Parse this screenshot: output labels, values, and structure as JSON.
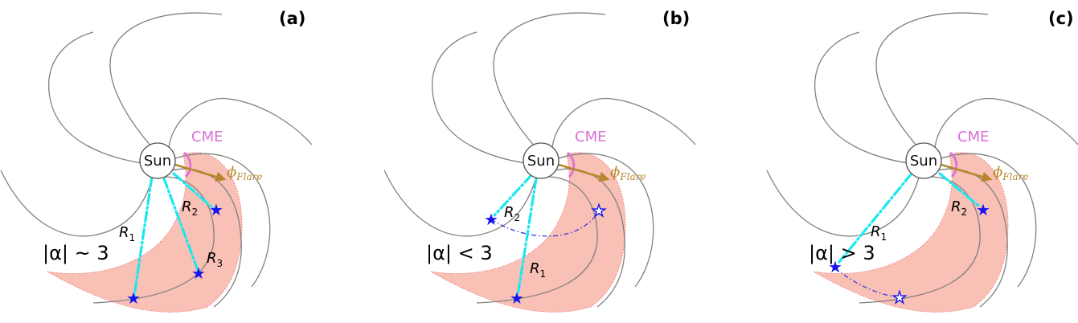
{
  "sun_label": "Sun",
  "cme_label": "CME",
  "flare_label": {
    "symbol": "ϕ",
    "subscript": "Flare"
  },
  "panels": [
    {
      "label": "(a)",
      "alpha_text": "|α| ~ 3",
      "rays": [
        {
          "r": "R",
          "sub": "1"
        },
        {
          "r": "R",
          "sub": "2"
        },
        {
          "r": "R",
          "sub": "3"
        }
      ]
    },
    {
      "label": "(b)",
      "alpha_text": "|α| < 3",
      "rays": [
        {
          "r": "R",
          "sub": "1"
        },
        {
          "r": "R",
          "sub": "2"
        }
      ]
    },
    {
      "label": "(c)",
      "alpha_text": "|α| > 3",
      "rays": [
        {
          "r": "R",
          "sub": "1"
        },
        {
          "r": "R",
          "sub": "2"
        }
      ]
    }
  ],
  "colors": {
    "ray": "#19e8f0",
    "star": "#1414f0",
    "cme": "#da70d6",
    "flare": "#b8862b",
    "cme_region": "#f8b9ad"
  }
}
